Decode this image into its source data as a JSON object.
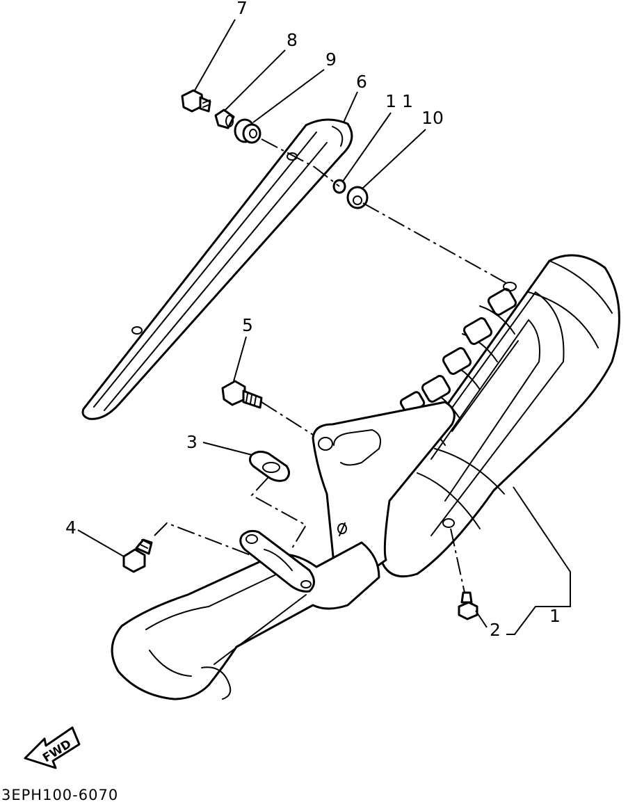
{
  "callouts": {
    "c1": "1",
    "c2": "2",
    "c3": "3",
    "c4": "4",
    "c5": "5",
    "c6": "6",
    "c7": "7",
    "c8": "8",
    "c9": "9",
    "c10": "10",
    "c11": "1 1"
  },
  "direction_label": "FWD",
  "diagram_code": "3EPH100-6070"
}
